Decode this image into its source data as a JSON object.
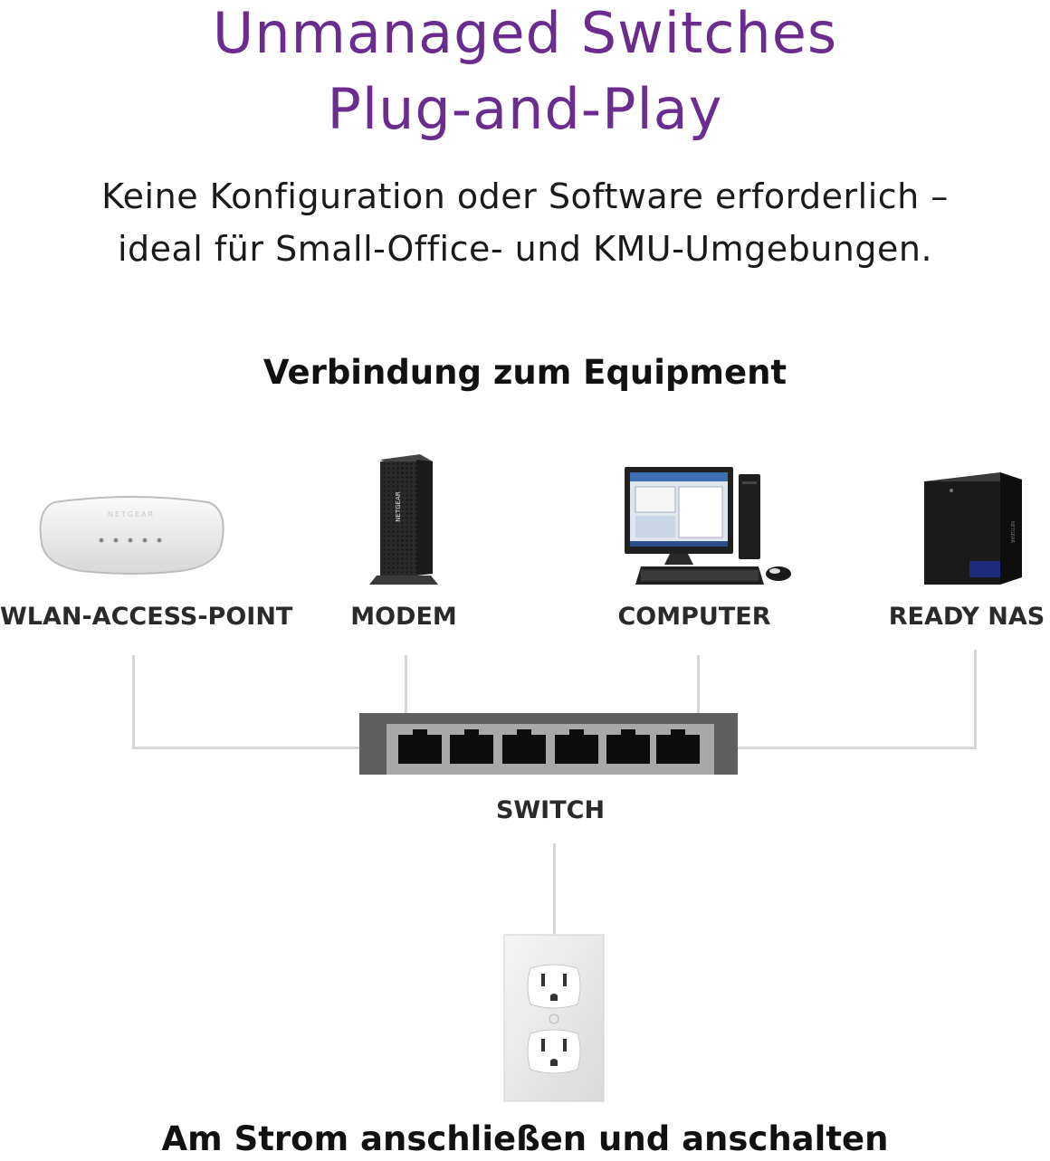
{
  "header": {
    "title_line1": "Unmanaged Switches",
    "title_line2": "Plug-and-Play",
    "subtitle_line1": "Keine Konfiguration oder Software erforderlich –",
    "subtitle_line2": "ideal für Small-Office- und KMU-Umgebungen."
  },
  "diagram": {
    "heading": "Verbindung zum Equipment",
    "devices": [
      {
        "label": "WLAN-ACCESS-POINT",
        "icon": "access-point-icon"
      },
      {
        "label": "MODEM",
        "icon": "modem-icon"
      },
      {
        "label": "COMPUTER",
        "icon": "computer-icon"
      },
      {
        "label": "READY NAS",
        "icon": "nas-icon"
      }
    ],
    "switch_label": "SWITCH",
    "switch_ports": 6,
    "modem_brand": "NETGEAR",
    "footer": "Am Strom anschließen und anschalten"
  },
  "colors": {
    "title": "#6b2c8f",
    "wire": "#d6d6d6",
    "switch_body": "#5f5f5f",
    "switch_face": "#a8a8a8"
  }
}
